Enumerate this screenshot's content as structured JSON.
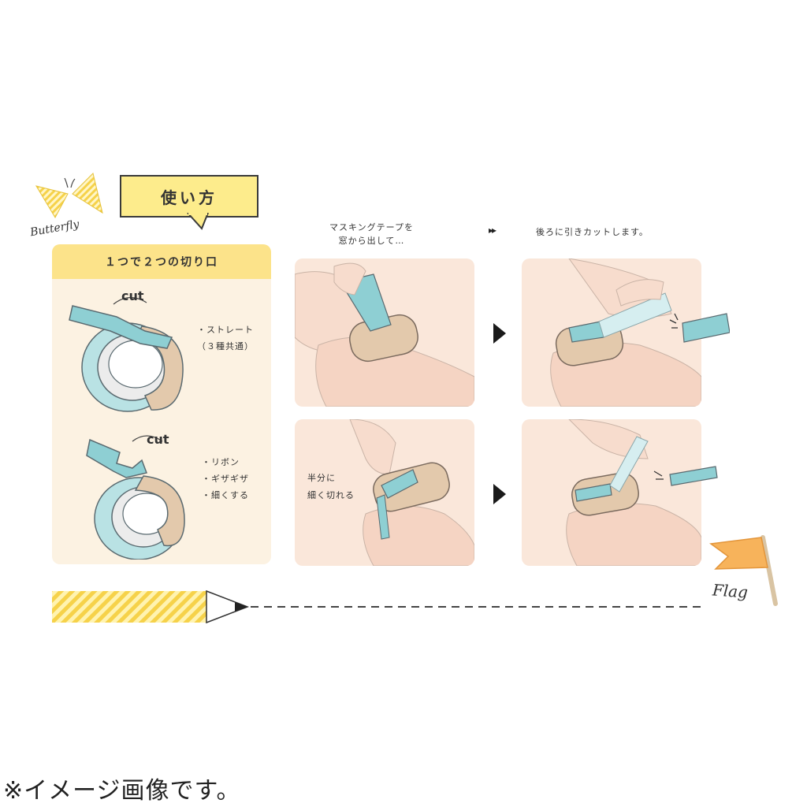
{
  "header": {
    "brand": "Butterfly",
    "howto_title": "使い方"
  },
  "left_panel": {
    "title": "１つで２つの切り口",
    "cut_label_top": "cut",
    "cut_label_bottom": "cut",
    "notes_top": [
      "・ストレート",
      "（３種共通）"
    ],
    "notes_bottom": [
      "・リボン",
      "・ギザギザ",
      "・細くする"
    ]
  },
  "steps": {
    "step1_caption": "マスキングテープを\n窓から出して…",
    "arrows_double": "▸▸",
    "step2_caption": "後ろに引きカットします。",
    "half_caption": "半分に\n細く切れる"
  },
  "decor": {
    "flag_label": "Flag",
    "colors": {
      "yellow": "#fce38a",
      "tape_blue": "#8ecfd3",
      "beige": "#e3c9ac",
      "skin": "#f7dccd"
    }
  },
  "footer": {
    "note": "※イメージ画像です。"
  }
}
